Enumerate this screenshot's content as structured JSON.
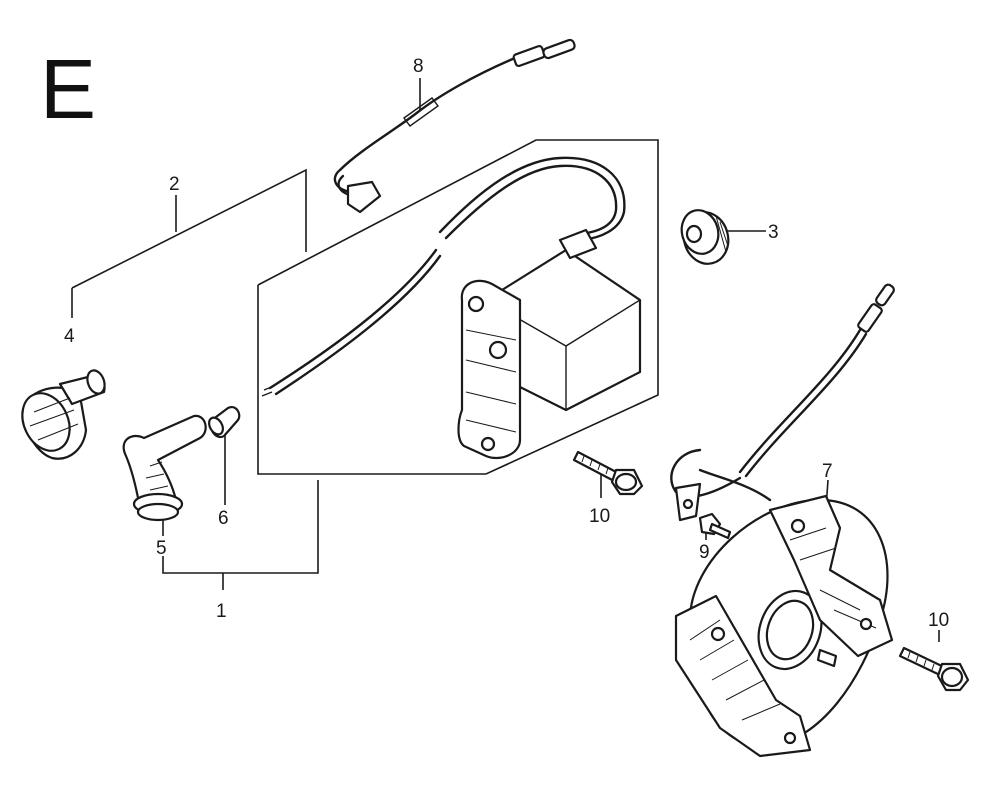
{
  "diagram": {
    "section_letter": "E",
    "callouts": [
      "1",
      "2",
      "3",
      "4",
      "5",
      "6",
      "7",
      "8",
      "9",
      "10",
      "10"
    ]
  }
}
